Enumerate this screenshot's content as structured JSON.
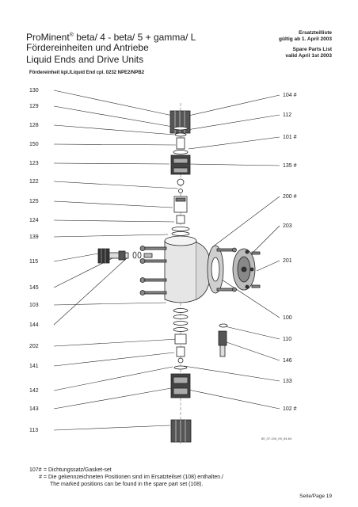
{
  "header": {
    "title_line1_main": "ProMinent",
    "title_line1_reg": "®",
    "title_line1_rest": " beta/ 4 - beta/ 5 + gamma/ L",
    "title_line2": "Fördereinheiten und Antriebe",
    "title_line3": "Liquid Ends and Drive Units",
    "right_line1": "Ersatzteilliste",
    "right_line2": "gültig ab 1. April 2003",
    "right_line3": "Spare Parts List",
    "right_line4": "valid April 1st 2003"
  },
  "subtitle": "Fördereinheit kpl./Liquid End cpl. 0232 NPE2/NPB2",
  "left_labels": [
    "130",
    "129",
    "128",
    "150",
    "123",
    "122",
    "125",
    "124",
    "139",
    "115",
    "145",
    "103",
    "144",
    "202",
    "141",
    "142",
    "143",
    "113"
  ],
  "right_labels": [
    "104 #",
    "112",
    "101 #",
    "135 #",
    "200 #",
    "203",
    "201",
    "100",
    "110",
    "146",
    "133",
    "102 #"
  ],
  "drawing_code": "80_07-104_00_54-64",
  "footnotes": {
    "line1_key": "107#",
    "line1_text": "=  Dichtungssatz/Gasket-set",
    "line2_key": "#",
    "line2_text": "=  Die gekennzeichneten Positionen sind im Ersatzteilset (108) enthalten./",
    "line3_text": "The marked positions can be found in the spare part set (108)."
  },
  "page_number": "Seite/Page 19"
}
